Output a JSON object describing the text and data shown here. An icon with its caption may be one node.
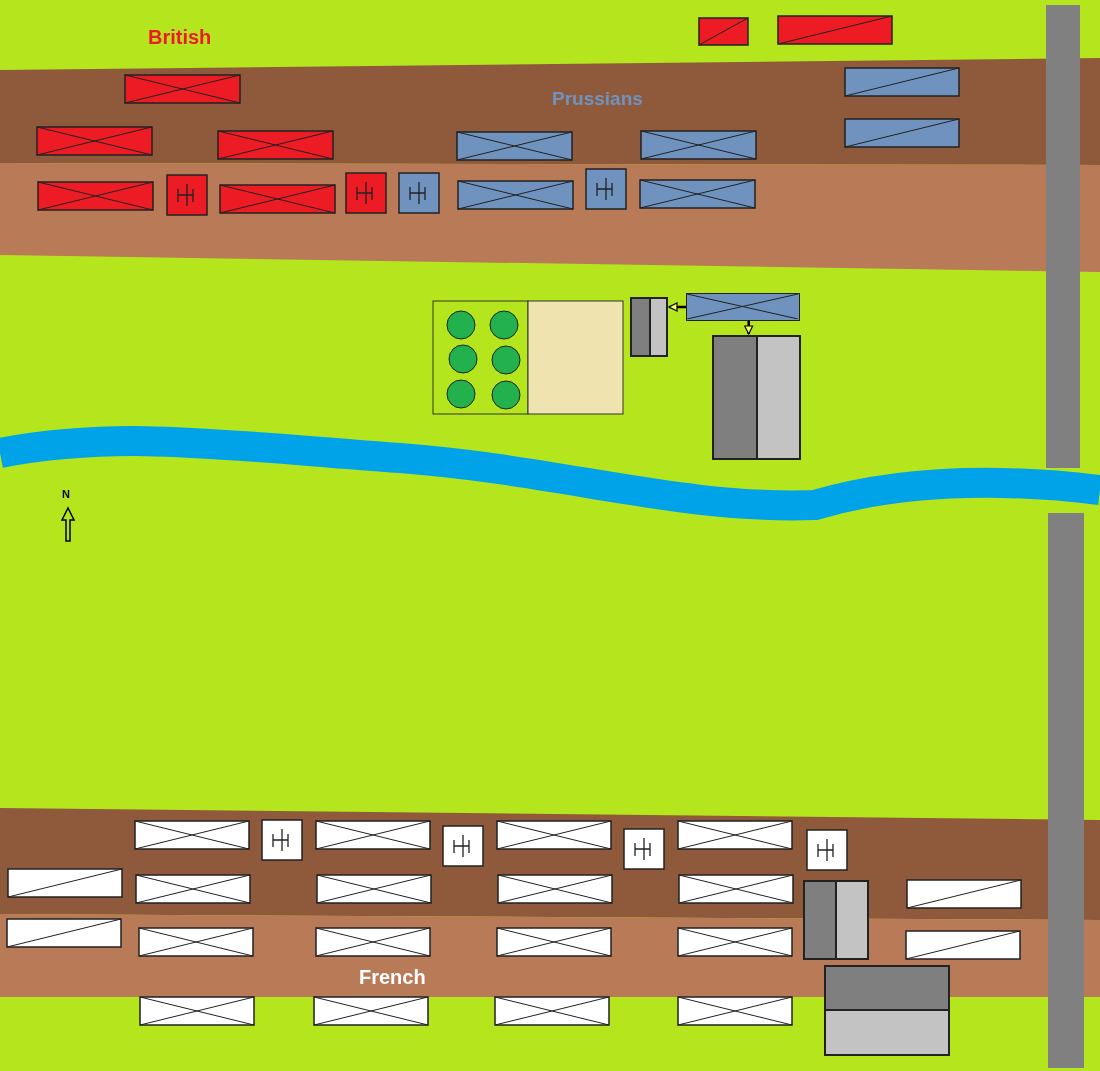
{
  "diagram": {
    "nodes": [
      {
        "text": [],
        "shape": "box"
      },
      {
        "text": [],
        "shape": "box"
      },
      {
        "text": [],
        "shape": "box"
      }
    ],
    "edges": [
      {
        "from": 0,
        "to": 1,
        "arrow": "to"
      },
      {
        "from": 0,
        "to": 2,
        "arrow": "to"
      }
    ],
    "labels": [
      "British",
      "Prussians",
      "N",
      "French"
    ]
  }
}
